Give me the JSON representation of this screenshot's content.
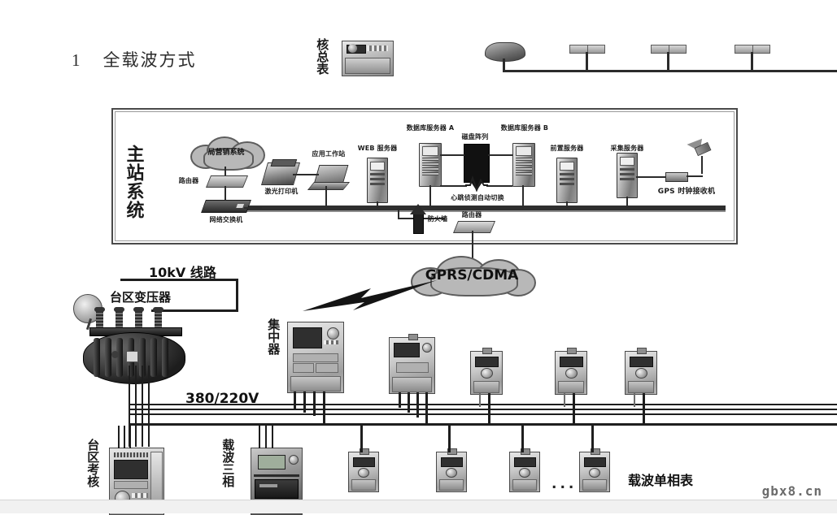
{
  "document": {
    "section_number": "1",
    "title": "全载波方式",
    "watermark": "gbx8.cn"
  },
  "top_partial_row": {
    "label": "核总表",
    "meter_count": 4,
    "description": "核总表 (main check meter) and partial meter row cut off at top of figure"
  },
  "master_station": {
    "label": "主站系统",
    "devices": [
      {
        "name": "局营销系统",
        "type": "cloud"
      },
      {
        "name": "路由器",
        "type": "router"
      },
      {
        "name": "网络交换机",
        "type": "switch"
      },
      {
        "name": "激光打印机",
        "type": "printer"
      },
      {
        "name": "应用工作站",
        "type": "workstation"
      },
      {
        "name": "WEB 服务器",
        "type": "server"
      },
      {
        "name": "数据库服务器 A",
        "type": "server"
      },
      {
        "name": "磁盘阵列",
        "type": "disk-array"
      },
      {
        "name": "数据库服务器 B",
        "type": "server"
      },
      {
        "name": "前置服务器",
        "type": "server"
      },
      {
        "name": "采集服务器",
        "type": "server"
      },
      {
        "name": "GPS 时钟接收机",
        "type": "gps-receiver"
      },
      {
        "name": "防火墙",
        "type": "firewall"
      },
      {
        "name": "路由器",
        "type": "router"
      }
    ],
    "ha_note": "心跳侦测自动切换"
  },
  "network": {
    "cloud_label": "GPRS/CDMA"
  },
  "power": {
    "hv_line": "10kV 线路",
    "transformer": "台区变压器",
    "lv_line": "380/220V"
  },
  "field_devices": {
    "concentrator": "集中器",
    "check_meter": "台区考核",
    "three_phase": "载波三相",
    "single_phase": "载波单相表",
    "ellipsis": "..."
  },
  "colors": {
    "line": "#2b2b2b",
    "box_border": "#4a4a4a",
    "cloud_fill": "#b8b8b8",
    "device_dark": "#1d1d1d",
    "watermark": "#6b6b6b"
  }
}
